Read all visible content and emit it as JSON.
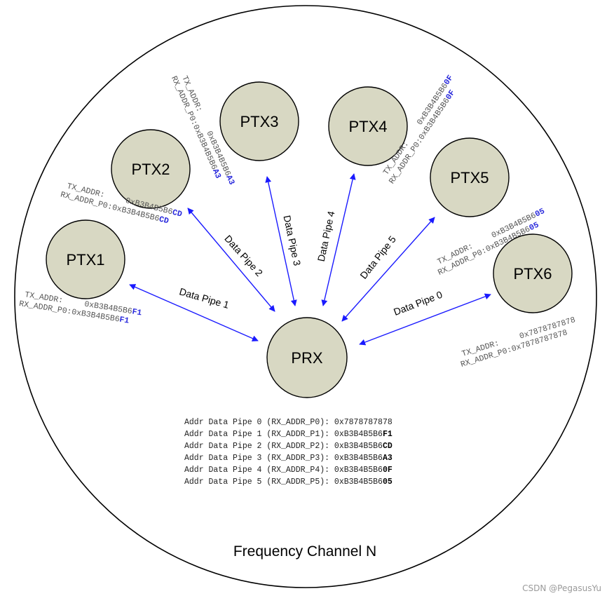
{
  "colors": {
    "arrow": "#1a1aff",
    "highlight": "#2a2adc",
    "node_fill": "#d8d8c3"
  },
  "nodes": [
    {
      "id": "prx",
      "label": "PRX"
    },
    {
      "id": "ptx1",
      "label": "PTX1"
    },
    {
      "id": "ptx2",
      "label": "PTX2"
    },
    {
      "id": "ptx3",
      "label": "PTX3"
    },
    {
      "id": "ptx4",
      "label": "PTX4"
    },
    {
      "id": "ptx5",
      "label": "PTX5"
    },
    {
      "id": "ptx6",
      "label": "PTX6"
    }
  ],
  "links": [
    {
      "from": "ptx1",
      "label": "Data Pipe 1"
    },
    {
      "from": "ptx2",
      "label": "Data Pipe 2"
    },
    {
      "from": "ptx3",
      "label": "Data Pipe 3"
    },
    {
      "from": "ptx4",
      "label": "Data Pipe 4"
    },
    {
      "from": "ptx5",
      "label": "Data Pipe 5"
    },
    {
      "from": "ptx6",
      "label": "Data Pipe 0"
    }
  ],
  "addresses": [
    {
      "node": "ptx1",
      "tx_label": "TX_ADDR:",
      "tx_base": "0xB3B4B5B6",
      "tx_hi": "F1",
      "rx_base": "RX_ADDR_P0:0xB3B4B5B6",
      "rx_hi": "F1"
    },
    {
      "node": "ptx2",
      "tx_label": "TX_ADDR:",
      "tx_base": "0xB3B4B5B6",
      "tx_hi": "CD",
      "rx_base": "RX_ADDR_P0:0xB3B4B5B6",
      "rx_hi": "CD"
    },
    {
      "node": "ptx3",
      "tx_label": "TX_ADDR:",
      "tx_base": "0xB3B4B5B6",
      "tx_hi": "A3",
      "rx_base": "RX_ADDR_P0:0xB3B4B5B6",
      "rx_hi": "A3"
    },
    {
      "node": "ptx4",
      "tx_label": "TX_ADDR:",
      "tx_base": "0xB3B4B5B6",
      "tx_hi": "0F",
      "rx_base": "RX_ADDR_P0:0xB3B4B5B6",
      "rx_hi": "0F"
    },
    {
      "node": "ptx5",
      "tx_label": "TX_ADDR:",
      "tx_base": "0xB3B4B5B6",
      "tx_hi": "05",
      "rx_base": "RX_ADDR_P0:0xB3B4B5B6",
      "rx_hi": "05"
    },
    {
      "node": "ptx6",
      "tx_label": "TX_ADDR:",
      "tx_base": "0x7878787878",
      "tx_hi": "",
      "rx_base": "RX_ADDR_P0:0x7878787878",
      "rx_hi": ""
    }
  ],
  "pipe_table": [
    {
      "prefix": "Addr Data Pipe 0 (RX_ADDR_P0): 0x7878787878",
      "bold": ""
    },
    {
      "prefix": "Addr Data Pipe 1 (RX_ADDR_P1): 0xB3B4B5B6",
      "bold": "F1"
    },
    {
      "prefix": "Addr Data Pipe 2 (RX_ADDR_P2): 0xB3B4B5B6",
      "bold": "CD"
    },
    {
      "prefix": "Addr Data Pipe 3 (RX_ADDR_P3): 0xB3B4B5B6",
      "bold": "A3"
    },
    {
      "prefix": "Addr Data Pipe 4 (RX_ADDR_P4): 0xB3B4B5B6",
      "bold": "0F"
    },
    {
      "prefix": "Addr Data Pipe 5 (RX_ADDR_P5): 0xB3B4B5B6",
      "bold": "05"
    }
  ],
  "channel_label": "Frequency Channel N",
  "watermark": "CSDN @PegasusYu"
}
